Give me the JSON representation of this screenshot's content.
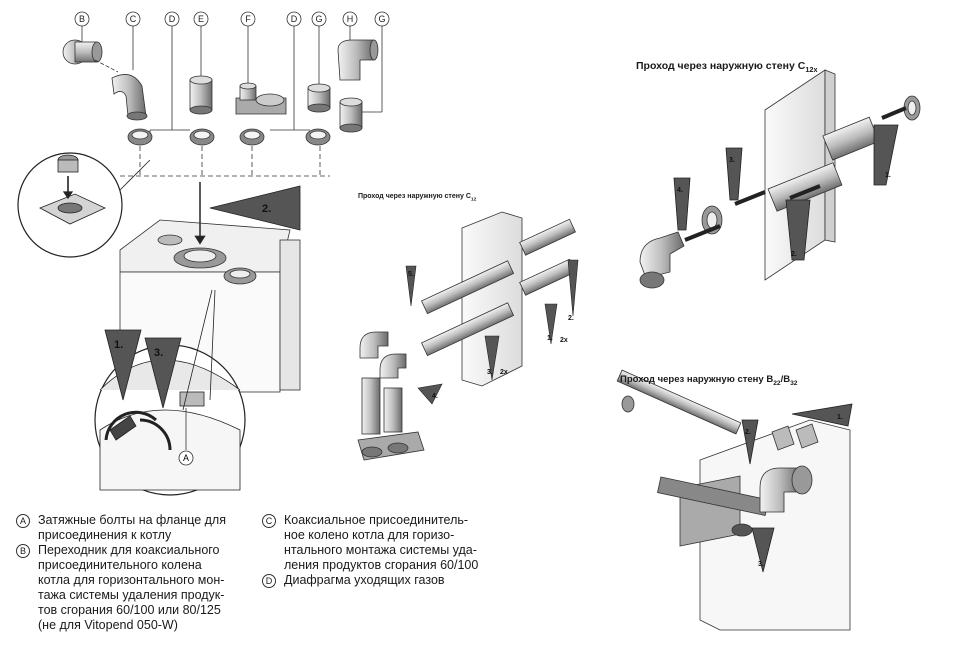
{
  "callout_letters": [
    "B",
    "C",
    "D",
    "E",
    "F",
    "D",
    "G",
    "H",
    "G",
    "A"
  ],
  "headings": {
    "c12x_prefix": "Проход через наружную стену C",
    "c12x_sub": "12x",
    "c12_prefix": "Проход через наружную стену C",
    "c12_sub": "12",
    "b22_prefix": "Проход через наружную стену B",
    "b22_sub1": "22",
    "b22_mid": "/B",
    "b22_sub2": "32"
  },
  "steps": {
    "boiler": [
      "2.",
      "1.",
      "3."
    ],
    "c12x": [
      "1.",
      "2.",
      "3.",
      "4."
    ],
    "c12": [
      "5.",
      "1.",
      "2x",
      "2.",
      "3.",
      "2x",
      "4."
    ],
    "b22": [
      "1.",
      "2.",
      "3."
    ]
  },
  "legend_left": [
    {
      "key": "A",
      "lines": [
        "Затяжные болты на фланце для",
        "присоединения к котлу"
      ]
    },
    {
      "key": "B",
      "lines": [
        "Переходник для коаксиального",
        "присоединительного колена",
        "котла для горизонтального мон-",
        "тажа системы удаления продук-",
        "тов сгорания 60/100 или 80/125",
        "(не для Vitopend 050-W)"
      ]
    }
  ],
  "legend_right": [
    {
      "key": "C",
      "lines": [
        "Коаксиальное присоединитель-",
        "ное колено котла для горизо-",
        "нтального монтажа системы уда-",
        "ления продуктов сгорания 60/100"
      ]
    },
    {
      "key": "D",
      "lines": [
        "Диафрагма уходящих газов"
      ]
    }
  ]
}
